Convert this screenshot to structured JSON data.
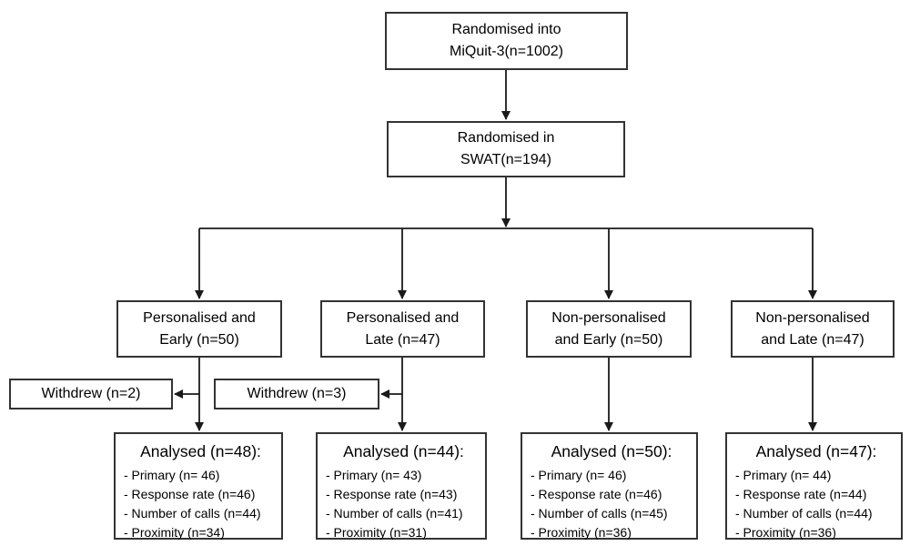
{
  "figure": {
    "top_box": "Randomised into\nMiQuit-3(n=1002)",
    "swat_box": "Randomised in\nSWAT(n=194)",
    "arms": [
      {
        "label": "Personalised and\nEarly (n=50)",
        "withdrew": "Withdrew (n=2)",
        "analysed_heading": "Analysed (n=48):",
        "analysed_items": [
          "- Primary (n= 46)",
          "- Response rate (n=46)",
          "- Number of calls (n=44)",
          "- Proximity (n=34)"
        ]
      },
      {
        "label": "Personalised and\nLate (n=47)",
        "withdrew": "Withdrew (n=3)",
        "analysed_heading": "Analysed (n=44):",
        "analysed_items": [
          "- Primary (n= 43)",
          "- Response rate (n=43)",
          "- Number of calls (n=41)",
          "- Proximity (n=31)"
        ]
      },
      {
        "label": "Non-personalised\nand Early (n=50)",
        "analysed_heading": "Analysed (n=50):",
        "analysed_items": [
          "- Primary (n= 46)",
          "- Response rate (n=46)",
          "- Number of calls (n=45)",
          "- Proximity (n=36)"
        ]
      },
      {
        "label": "Non-personalised\nand Late (n=47)",
        "analysed_heading": "Analysed (n=47):",
        "analysed_items": [
          "- Primary (n= 44)",
          "- Response rate (n=44)",
          "- Number of calls (n=44)",
          "- Proximity (n=36)"
        ]
      }
    ]
  },
  "colors": {
    "line": "#1a1a1a",
    "border": "#333333",
    "text": "#000000",
    "background": "#ffffff"
  }
}
